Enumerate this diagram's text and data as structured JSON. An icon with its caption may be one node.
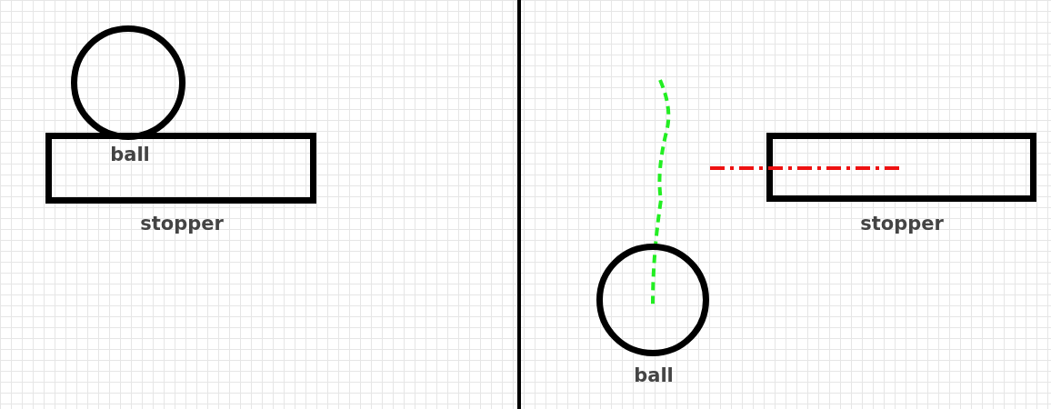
{
  "diagram": {
    "nodes": [
      {
        "text": [],
        "shape": "circle",
        "beside": [
          "ball"
        ]
      },
      {
        "text": [],
        "shape": "box",
        "beside": [
          "stopper"
        ]
      },
      {
        "text": [],
        "shape": "box",
        "beside": [
          "stopper"
        ]
      },
      {
        "text": [],
        "shape": "circle",
        "beside": [
          "ball"
        ]
      }
    ]
  }
}
